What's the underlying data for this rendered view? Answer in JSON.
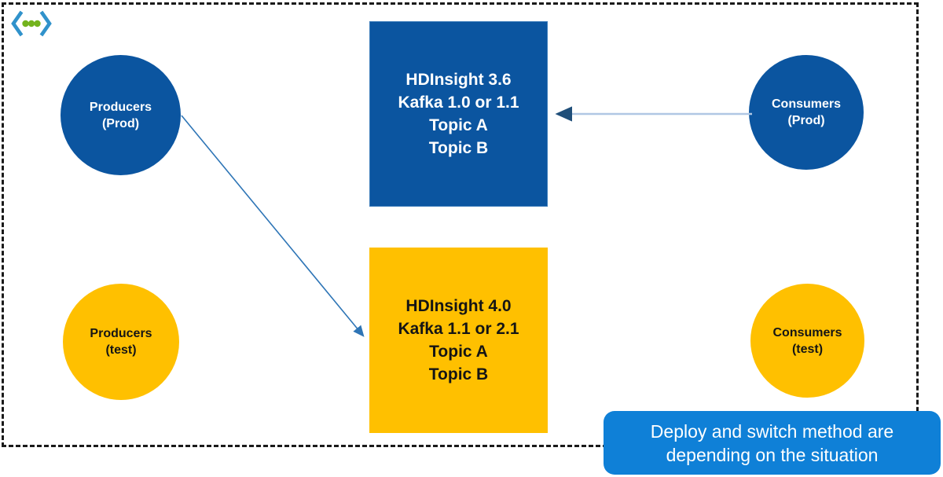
{
  "colors": {
    "dark_blue": "#0b55a0",
    "gold": "#ffc000",
    "banner_blue": "#0f80d7",
    "arrow_blue": "#2e75b6",
    "arrow_light": "#b0c7e4",
    "arrowhead_dark": "#1f4e79",
    "frame_dash": "#1a1a1a",
    "icon_blue": "#3092cb",
    "icon_green": "#73b31d"
  },
  "nodes": {
    "producers_prod": {
      "line1": "Producers",
      "line2": "(Prod)"
    },
    "producers_test": {
      "line1": "Producers",
      "line2": "(test)"
    },
    "consumers_prod": {
      "line1": "Consumers",
      "line2": "(Prod)"
    },
    "consumers_test": {
      "line1": "Consumers",
      "line2": "(test)"
    },
    "hdinsight36": {
      "lines": [
        "HDInsight 3.6",
        "Kafka 1.0 or 1.1",
        "Topic A",
        "Topic B"
      ]
    },
    "hdinsight40": {
      "lines": [
        "HDInsight 4.0",
        "Kafka 1.1 or 2.1",
        "Topic A",
        "Topic B"
      ]
    }
  },
  "arrows": {
    "producers_prod_to_hdinsight40": "Producers (Prod) → HDInsight 4.0",
    "consumers_prod_to_hdinsight36": "Consumers (Prod) → HDInsight 3.6"
  },
  "note": {
    "line1": "Deploy and switch method are",
    "line2": "depending on the situation"
  }
}
